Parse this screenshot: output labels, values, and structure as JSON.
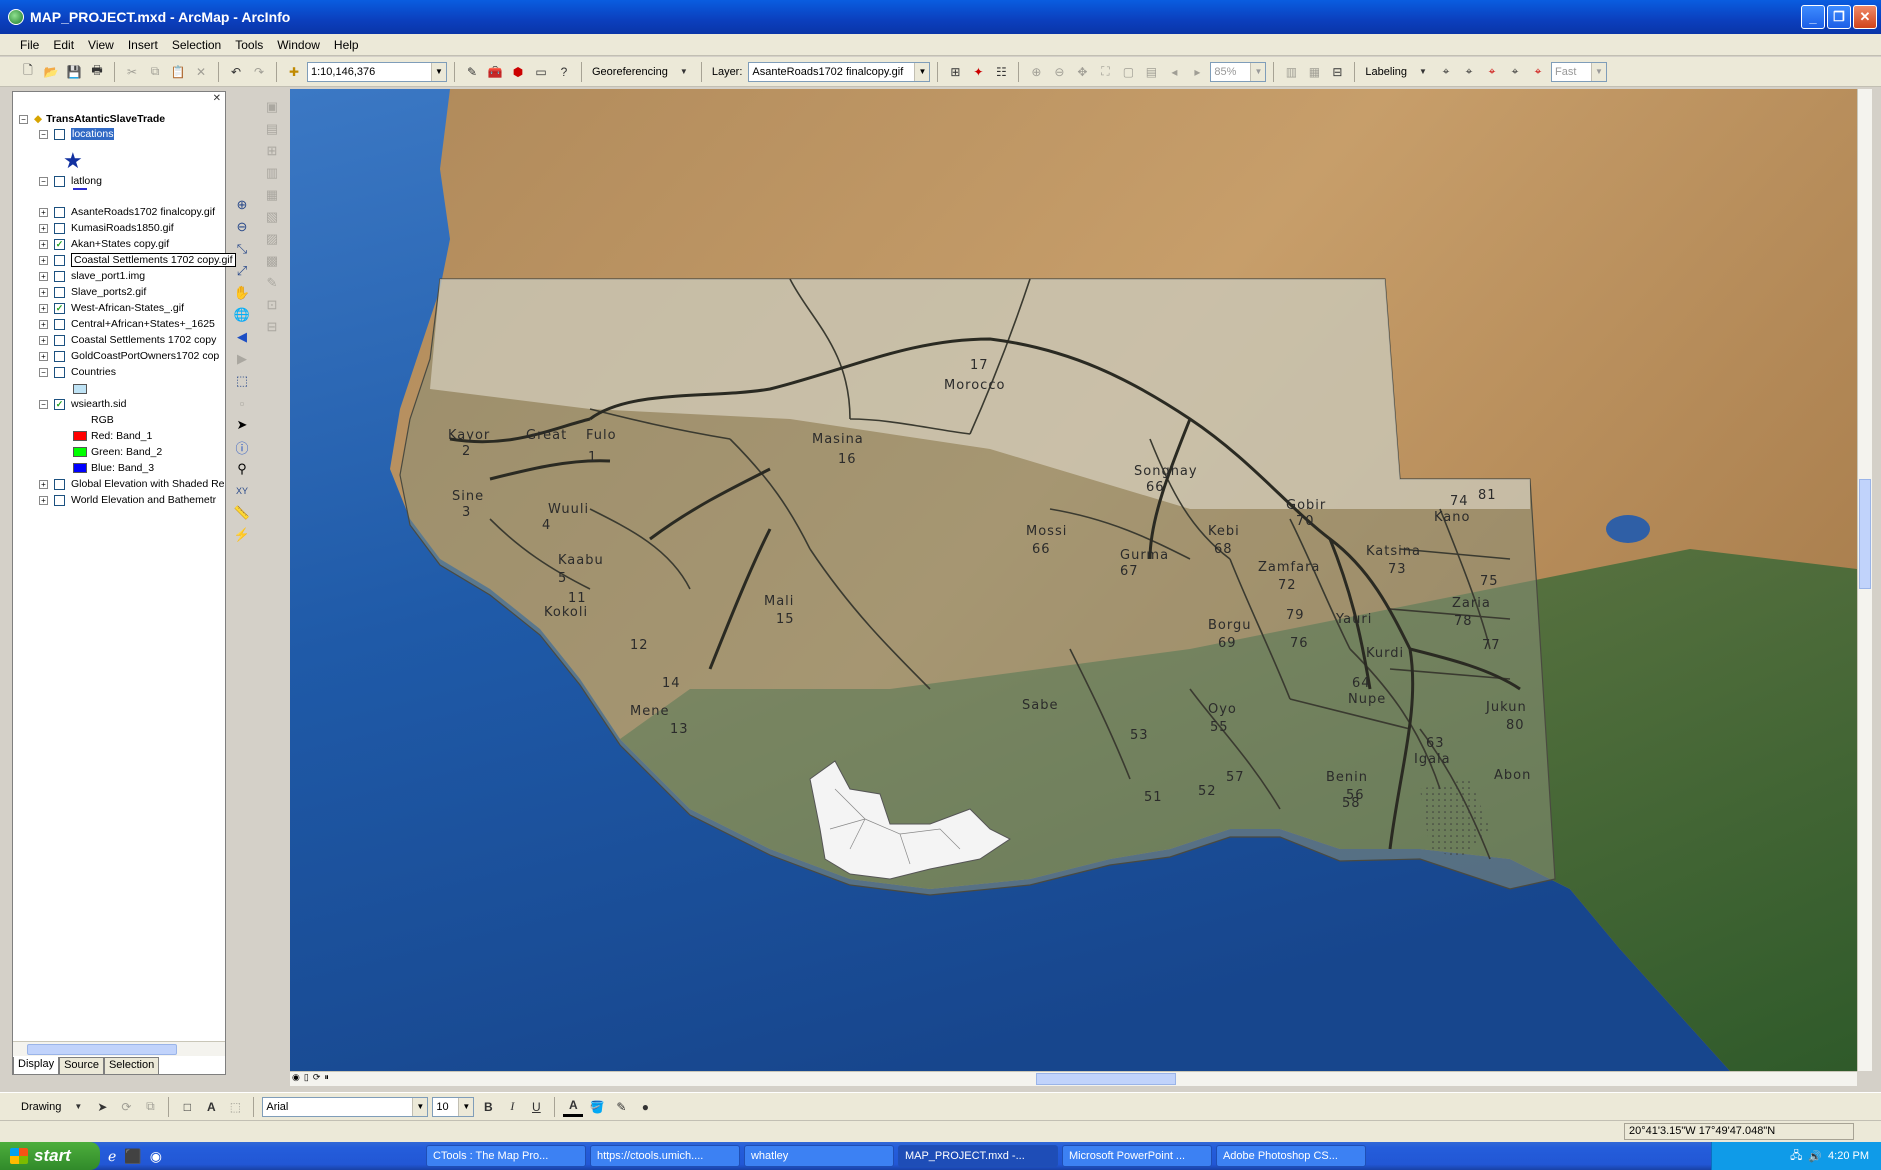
{
  "window": {
    "title": "MAP_PROJECT.mxd - ArcMap - ArcInfo"
  },
  "menu": [
    "File",
    "Edit",
    "View",
    "Insert",
    "Selection",
    "Tools",
    "Window",
    "Help"
  ],
  "toolbar": {
    "scale": "1:10,146,376",
    "georeferencing_label": "Georeferencing",
    "layer_label": "Layer:",
    "layer_value": "AsanteRoads1702 finalcopy.gif",
    "zoom_percent": "85%",
    "labeling_label": "Labeling",
    "fast_value": "Fast"
  },
  "toc": {
    "root": "TransAtanticSlaveTrade",
    "layers": [
      {
        "label": "locations",
        "checked": false,
        "expanded": true,
        "selected": true
      },
      {
        "label": "latlong",
        "checked": false,
        "expanded": true
      },
      {
        "label": "AsanteRoads1702 finalcopy.gif",
        "checked": false
      },
      {
        "label": "KumasiRoads1850.gif",
        "checked": false
      },
      {
        "label": "Akan+States copy.gif",
        "checked": true
      },
      {
        "label": "Coastal Settlements 1702 copy.gif",
        "checked": false,
        "boxed": true
      },
      {
        "label": "slave_port1.img",
        "checked": false
      },
      {
        "label": "Slave_ports2.gif",
        "checked": false
      },
      {
        "label": "West-African-States_.gif",
        "checked": true
      },
      {
        "label": "Central+African+States+_1625",
        "checked": false
      },
      {
        "label": "Coastal Settlements 1702 copy",
        "checked": false
      },
      {
        "label": "GoldCoastPortOwners1702 cop",
        "checked": false
      },
      {
        "label": "Countries",
        "checked": false,
        "expanded": true
      },
      {
        "label": "wsiearth.sid",
        "checked": true,
        "expanded": true
      },
      {
        "label": "Global Elevation with Shaded Re",
        "checked": false
      },
      {
        "label": "World Elevation and Bathemetr",
        "checked": false
      }
    ],
    "rgb_label": "RGB",
    "bands": [
      {
        "label": "Red:   Band_1",
        "color": "#ff0000"
      },
      {
        "label": "Green: Band_2",
        "color": "#00ff00"
      },
      {
        "label": "Blue:  Band_3",
        "color": "#0000ff"
      }
    ],
    "tabs": [
      "Display",
      "Source",
      "Selection"
    ]
  },
  "map": {
    "labels": [
      {
        "name": "Kayor",
        "num": "2"
      },
      {
        "name": "Great",
        "num": ""
      },
      {
        "name": "Fulo",
        "num": "1"
      },
      {
        "name": "Masina",
        "num": "16"
      },
      {
        "name": "Morocco",
        "num": "17"
      },
      {
        "name": "Sine",
        "num": "3"
      },
      {
        "name": "Wuuli",
        "num": "4"
      },
      {
        "name": "Kaabu",
        "num": "5"
      },
      {
        "name": "Kokoli",
        "num": "11"
      },
      {
        "name": "Mali",
        "num": "15"
      },
      {
        "name": "Mene",
        "num": "13"
      },
      {
        "name": "Songhay",
        "num": "66"
      },
      {
        "name": "Mossi",
        "num": "66"
      },
      {
        "name": "Gurma",
        "num": "67"
      },
      {
        "name": "Kebi",
        "num": "68"
      },
      {
        "name": "Gobir",
        "num": "70"
      },
      {
        "name": "Zamfara",
        "num": "72"
      },
      {
        "name": "Katsina",
        "num": "73"
      },
      {
        "name": "Kano",
        "num": "74"
      },
      {
        "name": "Zaria",
        "num": "78"
      },
      {
        "name": "Borgu",
        "num": "69"
      },
      {
        "name": "Yauri",
        "num": ""
      },
      {
        "name": "Kurdi",
        "num": ""
      },
      {
        "name": "Nupe",
        "num": "64"
      },
      {
        "name": "Oyo",
        "num": "55"
      },
      {
        "name": "Sabe",
        "num": ""
      },
      {
        "name": "Benin",
        "num": "56"
      },
      {
        "name": "Igala",
        "num": "63"
      },
      {
        "name": "Jukun",
        "num": "80"
      },
      {
        "name": "Abon",
        "num": ""
      }
    ],
    "small_numbers": [
      "12",
      "14",
      "51",
      "52",
      "53",
      "57",
      "58",
      "75",
      "76",
      "77",
      "79",
      "81"
    ]
  },
  "drawing": {
    "drawing_label": "Drawing",
    "font": "Arial",
    "size": "10",
    "bold": "B",
    "italic": "I",
    "underline": "U"
  },
  "status": {
    "coords": "20°41'3.15\"W  17°49'47.048\"N"
  },
  "taskbar": {
    "start": "start",
    "tasks": [
      {
        "label": "CTools : The Map Pro...",
        "active": false
      },
      {
        "label": "https://ctools.umich....",
        "active": false
      },
      {
        "label": "whatley",
        "active": false
      },
      {
        "label": "MAP_PROJECT.mxd -...",
        "active": true
      },
      {
        "label": "Microsoft PowerPoint ...",
        "active": false
      },
      {
        "label": "Adobe Photoshop CS...",
        "active": false
      }
    ],
    "clock": "4:20 PM"
  }
}
